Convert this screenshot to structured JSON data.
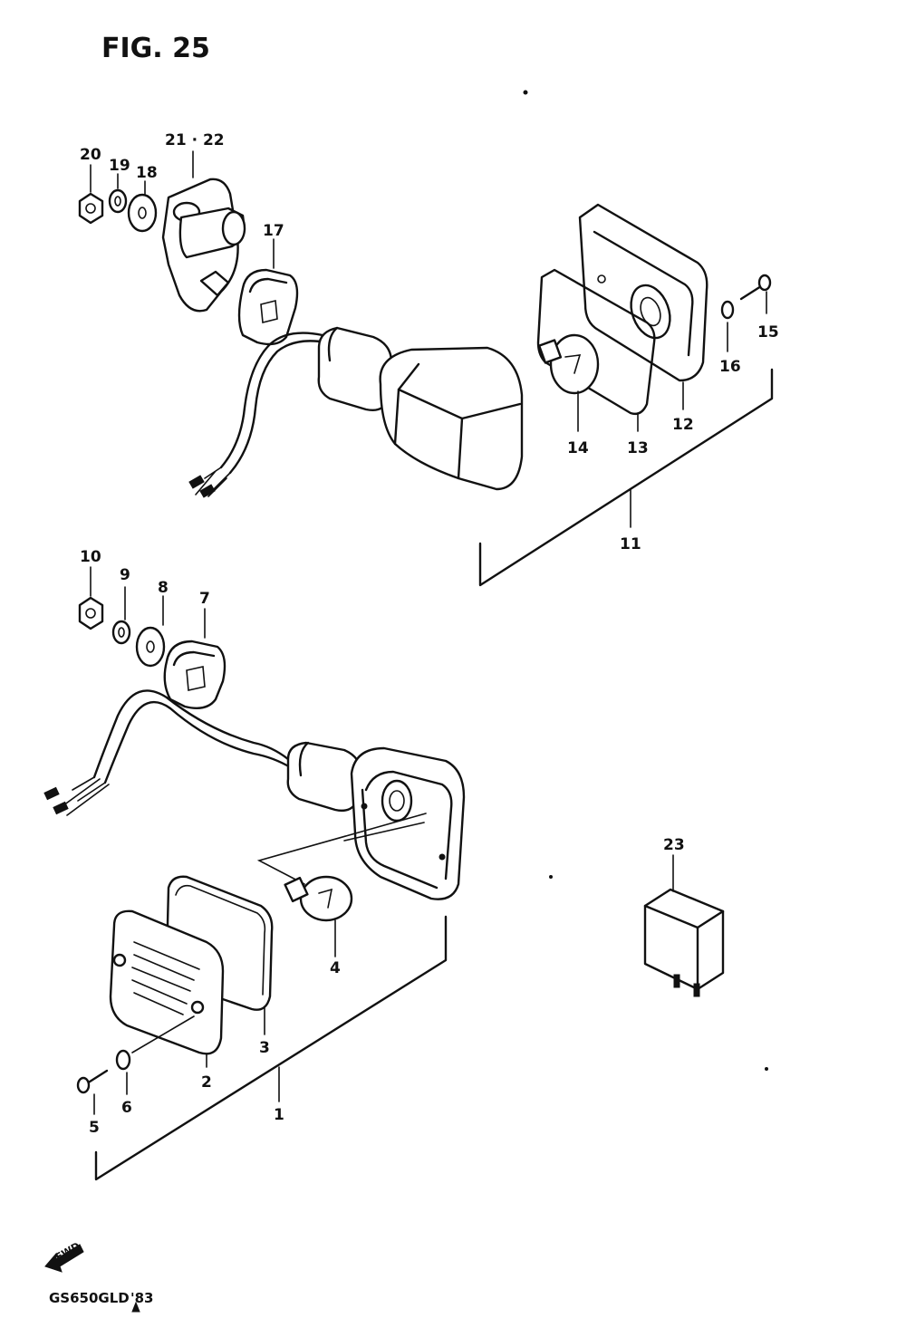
{
  "figure": {
    "title": "FIG. 25"
  },
  "callouts": {
    "n1": "1",
    "n2": "2",
    "n3": "3",
    "n4": "4",
    "n5": "5",
    "n6": "6",
    "n7": "7",
    "n8": "8",
    "n9": "9",
    "n10": "10",
    "n11": "11",
    "n12": "12",
    "n13": "13",
    "n14": "14",
    "n15": "15",
    "n16": "16",
    "n17": "17",
    "n18": "18",
    "n19": "19",
    "n20": "20",
    "n2122": "21 · 22",
    "n23": "23"
  },
  "footer": {
    "direction_label": "FWD",
    "model_code": "GS650GLD",
    "model_suffix": "'83"
  }
}
